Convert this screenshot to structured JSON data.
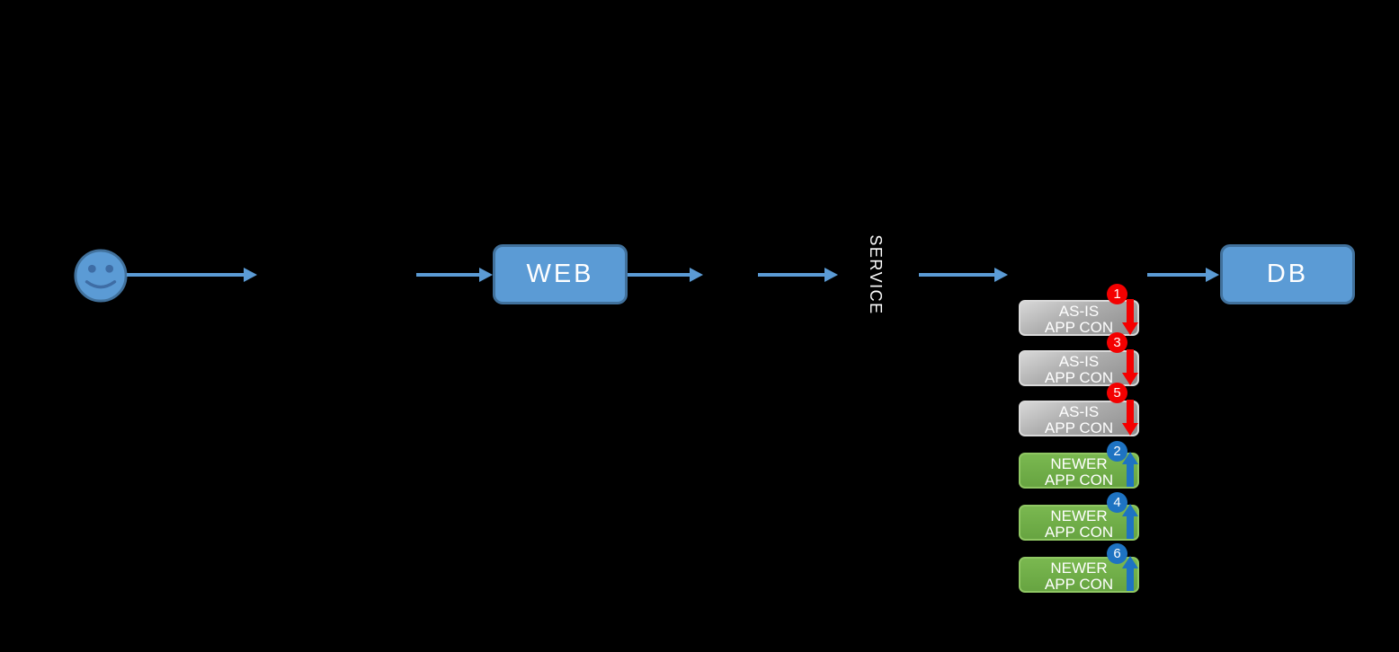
{
  "nodes": {
    "user": {
      "icon": "smiley-face"
    },
    "web": {
      "label": "WEB"
    },
    "service": {
      "label": "SERVICE"
    },
    "db": {
      "label": "DB"
    }
  },
  "stack": {
    "as_is_boxes": [
      {
        "line1": "AS-IS",
        "line2": "APP CON",
        "step": "1"
      },
      {
        "line1": "AS-IS",
        "line2": "APP CON",
        "step": "3"
      },
      {
        "line1": "AS-IS",
        "line2": "APP CON",
        "step": "5"
      }
    ],
    "newer_boxes": [
      {
        "line1": "NEWER",
        "line2": "APP CON",
        "step": "2"
      },
      {
        "line1": "NEWER",
        "line2": "APP CON",
        "step": "4"
      },
      {
        "line1": "NEWER",
        "line2": "APP CON",
        "step": "6"
      }
    ]
  },
  "colors": {
    "background": "#000000",
    "accent_blue": "#5b9bd5",
    "accent_blue_border": "#41719c",
    "as_is_gray": "#a6a6a6",
    "as_is_border": "#d9d9d9",
    "newer_green": "#70ad47",
    "newer_green_border": "#8fc763",
    "retire_red": "#f40000",
    "deploy_blue": "#1e73c2",
    "text_white": "#ffffff"
  }
}
